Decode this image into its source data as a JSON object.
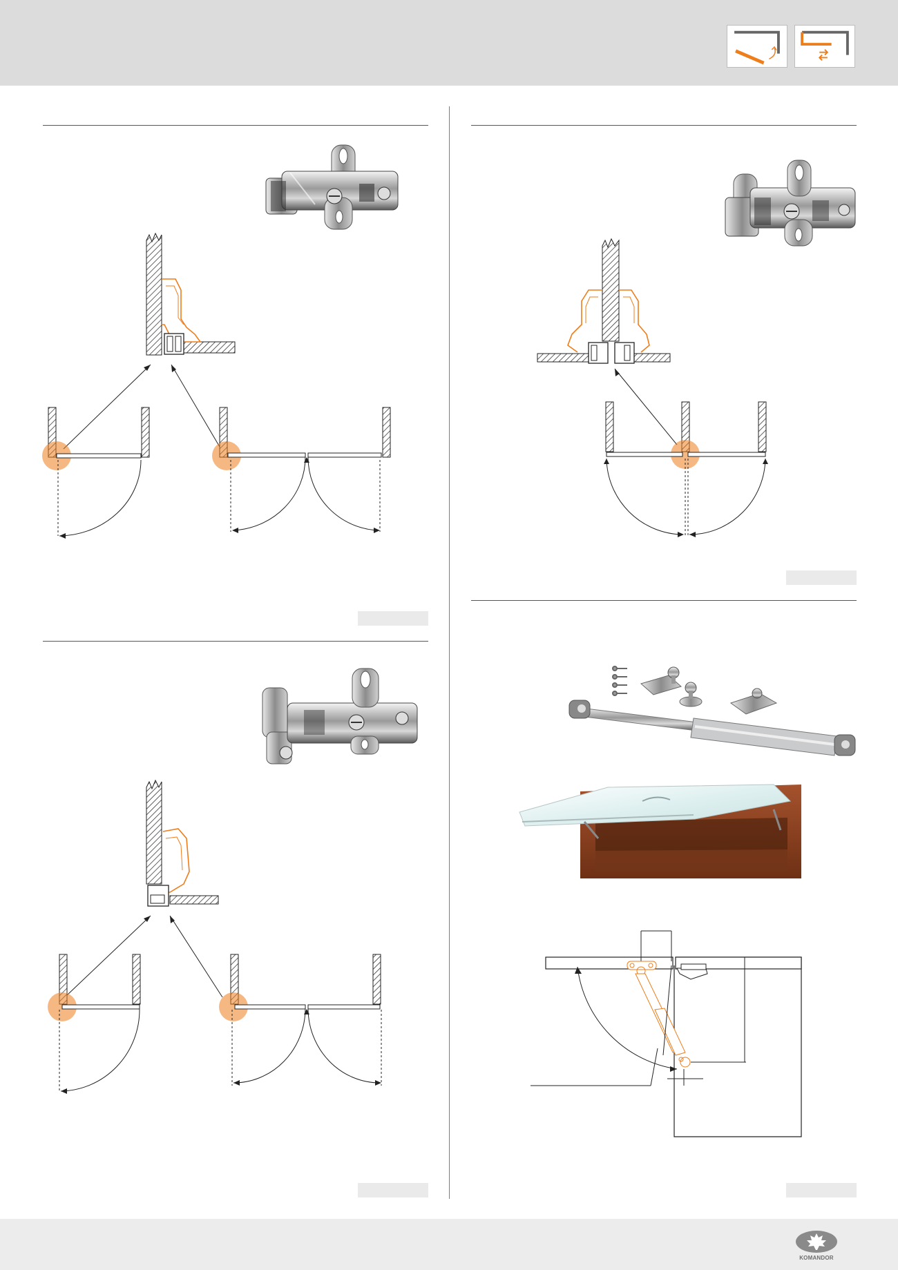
{
  "header": {
    "icons": [
      {
        "name": "door-swing-icon"
      },
      {
        "name": "lift-up-door-icon"
      }
    ]
  },
  "sections": [
    {
      "id": "hinge-corner",
      "icons": [
        "hinge-photo",
        "hinge-cross-section-diagram",
        "door-opening-diagram"
      ]
    },
    {
      "id": "hinge-double",
      "icons": [
        "hinge-photo",
        "double-hinge-cross-section-diagram",
        "door-opening-diagram"
      ]
    },
    {
      "id": "hinge-inset",
      "icons": [
        "hinge-photo",
        "hinge-cross-section-diagram",
        "door-opening-diagram"
      ]
    },
    {
      "id": "gas-lift",
      "icons": [
        "gas-spring-kit-photo",
        "cabinet-lift-door-photo",
        "gas-spring-mounting-diagram"
      ]
    }
  ],
  "colors": {
    "accent": "#ee7d1b",
    "header_bg": "#dcdcdc",
    "footer_bg": "#ececec",
    "code_tag_bg": "#eaeaea"
  },
  "footer": {
    "logo_text": "KOMANDOR"
  }
}
